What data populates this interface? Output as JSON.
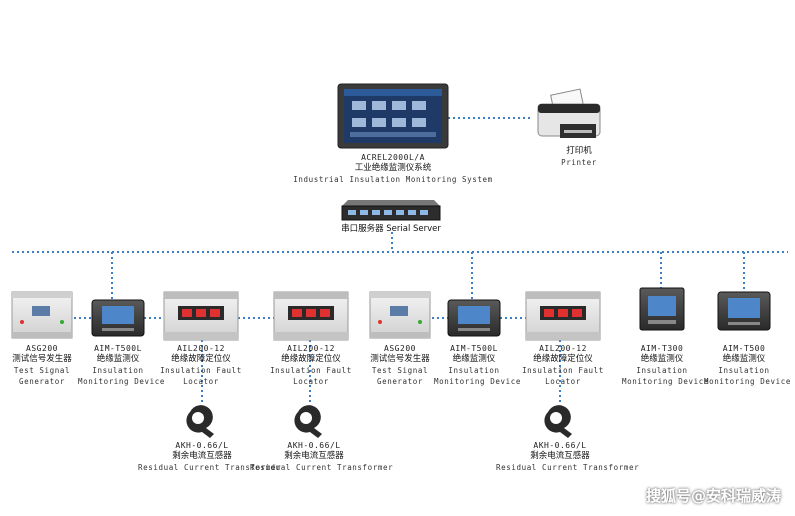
{
  "system": {
    "code": "ACREL2000L/A",
    "name_zh": "工业绝缘监测仪系统",
    "name_en": "Industrial Insulation Monitoring System"
  },
  "printer": {
    "name_zh": "打印机",
    "name_en": "Printer"
  },
  "serial_server": {
    "label": "串口服务器  Serial Server"
  },
  "devices": [
    {
      "code": "ASG200",
      "name_zh": "测试信号发生器",
      "en1": "Test Signal",
      "en2": "Generator"
    },
    {
      "code": "AIM-T500L",
      "name_zh": "绝缘监测仪",
      "en1": "Insulation",
      "en2": "Monitoring Device"
    },
    {
      "code": "AIL200-12",
      "name_zh": "绝缘故障定位仪",
      "en1": "Insulation Fault",
      "en2": "Locator"
    },
    {
      "code": "AIL200-12",
      "name_zh": "绝缘故障定位仪",
      "en1": "Insulation Fault",
      "en2": "Locator"
    },
    {
      "code": "ASG200",
      "name_zh": "测试信号发生器",
      "en1": "Test Signal",
      "en2": "Generator"
    },
    {
      "code": "AIM-T500L",
      "name_zh": "绝缘监测仪",
      "en1": "Insulation",
      "en2": "Monitoring Device"
    },
    {
      "code": "AIL200-12",
      "name_zh": "绝缘故障定位仪",
      "en1": "Insulation Fault",
      "en2": "Locator"
    },
    {
      "code": "AIM-T300",
      "name_zh": "绝缘监测仪",
      "en1": "Insulation",
      "en2": "Monitoring Device"
    },
    {
      "code": "AIM-T500",
      "name_zh": "绝缘监测仪",
      "en1": "Insulation",
      "en2": "Monitoring Device"
    }
  ],
  "transformers": [
    {
      "code": "AKH-0.66/L",
      "name_zh": "剩余电流互感器",
      "name_en": "Residual Current Transformer"
    },
    {
      "code": "AKH-0.66/L",
      "name_zh": "剩余电流互感器",
      "name_en": "Residual Current Transformer"
    },
    {
      "code": "AKH-0.66/L",
      "name_zh": "剩余电流互感器",
      "name_en": "Residual Current Transformer"
    }
  ],
  "watermark": "搜狐号@安科瑞威涛",
  "colors": {
    "link": "#3b7ec8",
    "panel": "#3a3a3a",
    "screen": "#1f3a66",
    "led": "#e03030"
  }
}
